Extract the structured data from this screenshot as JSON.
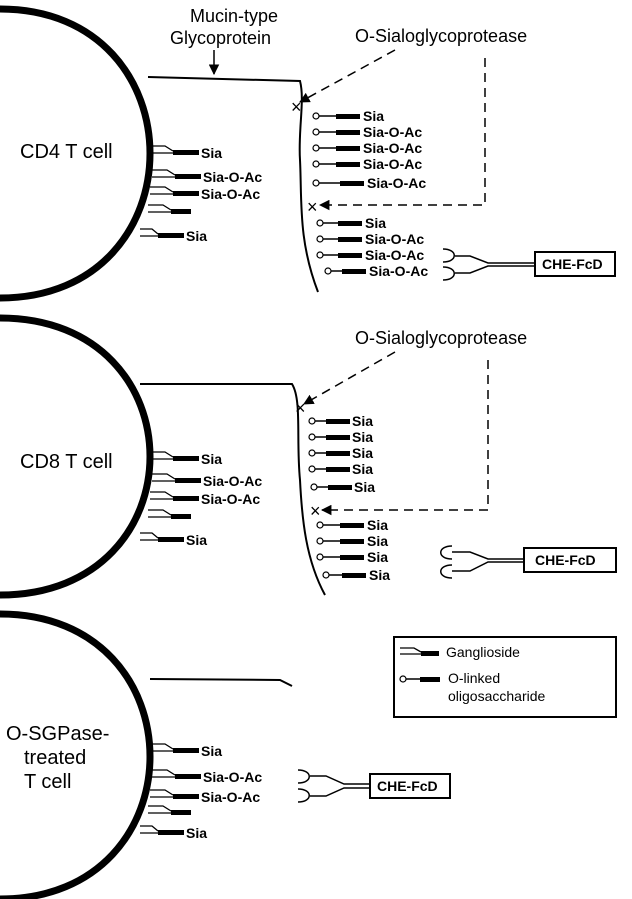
{
  "panel1": {
    "cell_label": "CD4 T cell",
    "mucin_label_line1": "Mucin-type",
    "mucin_label_line2": "Glycoprotein",
    "protease_label": "O-Sialoglycoprotease",
    "gangliosides": [
      "Sia",
      "Sia-O-Ac",
      "Sia-O-Ac",
      "Sia"
    ],
    "upper_oligos": [
      "Sia",
      "Sia-O-Ac",
      "Sia-O-Ac",
      "Sia-O-Ac",
      "Sia-O-Ac"
    ],
    "lower_oligos": [
      "Sia",
      "Sia-O-Ac",
      "Sia-O-Ac",
      "Sia-O-Ac"
    ],
    "probe_label": "CHE-FcD"
  },
  "panel2": {
    "cell_label": "CD8 T cell",
    "protease_label": "O-Sialoglycoprotease",
    "gangliosides": [
      "Sia",
      "Sia-O-Ac",
      "Sia-O-Ac",
      "Sia"
    ],
    "upper_oligos": [
      "Sia",
      "Sia",
      "Sia",
      "Sia",
      "Sia"
    ],
    "lower_oligos": [
      "Sia",
      "Sia",
      "Sia",
      "Sia"
    ],
    "probe_label": "CHE-FcD"
  },
  "panel3": {
    "cell_label_lines": [
      "O-SGPase-",
      "treated",
      "T cell"
    ],
    "gangliosides": [
      "Sia",
      "Sia-O-Ac",
      "Sia-O-Ac",
      "Sia"
    ],
    "probe_label": "CHE-FcD"
  },
  "legend": {
    "ganglioside": "Ganglioside",
    "oligo_line1": "O-linked",
    "oligo_line2": "oligosaccharide"
  }
}
